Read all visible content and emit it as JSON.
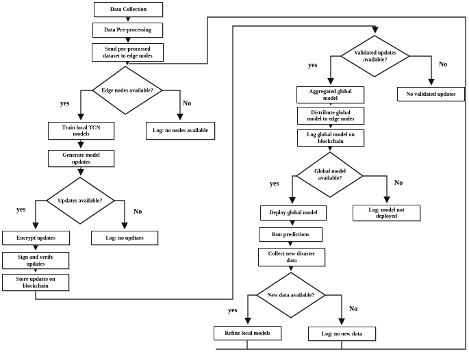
{
  "nodes": {
    "data_collection": "Data Collection",
    "data_preprocessing": "Data Pre-processing",
    "send_preprocessed": "Send pre-processed dataset to edge nodes",
    "train_local_tcn": "Train local TCN models",
    "log_no_nodes": "Log: no nodes available",
    "generate_model_updates": "Generate model updates",
    "encrypt_updates": "Encrypt updates",
    "log_no_updtaes": "Log: no updtaes",
    "sign_and_verify": "Sign and verify updates",
    "store_updates": "Store updates on blockchain",
    "aggregated_global": "Aggregated global model",
    "distribute_global": "Distribute global model to edge nodes",
    "log_global_model": "Log global model on blockchain",
    "no_validated_updates": "No validated updates",
    "deploy_global": "Deploy global model",
    "log_model_not_deployed": "Log: model not deployed",
    "run_predictions": "Run predictions",
    "collect_new_disaster": "Collect new disaster data",
    "refine_local_models": "Refine local models",
    "log_no_new_data": "Log: no new data"
  },
  "decisions": {
    "edge_nodes": "Edge nodes available?",
    "updates": "Updates available?",
    "validated_updates": "Validated updates available?",
    "global_model": "Global model available?",
    "new_data": "New data available?"
  },
  "labels": {
    "yes": "yes",
    "no": "No"
  },
  "colors": {
    "line": "#2b2b2b",
    "box_border": "#1f1f1f",
    "box_fill": "#ffffff",
    "text": "#000000"
  }
}
